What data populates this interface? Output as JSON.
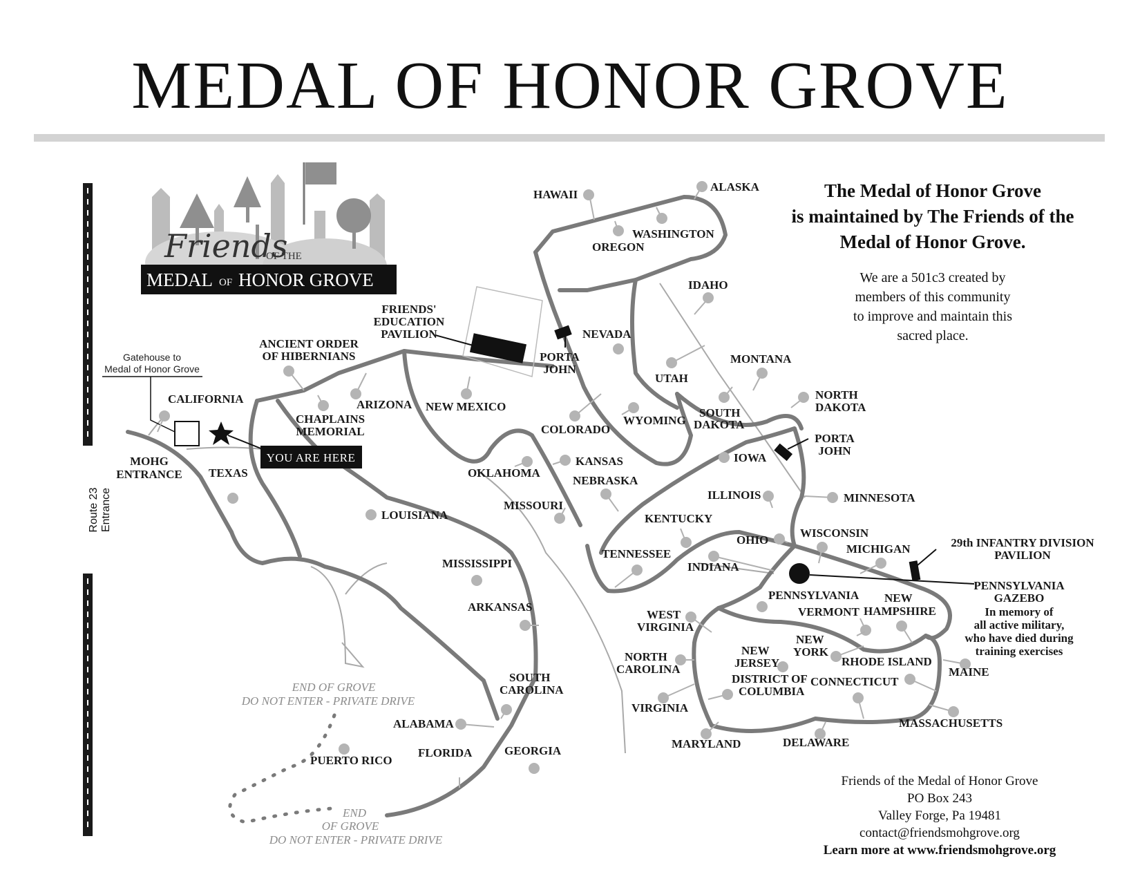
{
  "title": "MEDAL OF HONOR GROVE",
  "logo": {
    "script": "Friends",
    "of_the": "OF THE",
    "line1": "MEDAL",
    "of": "OF",
    "line2": "HONOR GROVE"
  },
  "info": {
    "heading": [
      "The Medal of Honor Grove",
      "is maintained by The Friends of the",
      "Medal of Honor Grove."
    ],
    "body": [
      "We are a 501c3 created by",
      "members of this community",
      "to improve and maintain this",
      "sacred place."
    ]
  },
  "address": {
    "lines": [
      "Friends of the Medal of Honor Grove",
      "PO Box 243",
      "Valley Forge, Pa 19481",
      "contact@friendsmohgrove.org"
    ],
    "learn_more": "Learn more at www.friendsmohgrove.org"
  },
  "route": "Route 23 Entrance",
  "gatehouse": [
    "Gatehouse to",
    "Medal of Honor Grove"
  ],
  "you_are_here": "YOU ARE HERE",
  "entrance": [
    "MOHG",
    "ENTRANCE"
  ],
  "end_of_grove_1": [
    "END OF GROVE",
    "DO NOT ENTER - PRIVATE DRIVE"
  ],
  "end_of_grove_2": [
    "END",
    "OF GROVE",
    "DO NOT ENTER - PRIVATE DRIVE"
  ],
  "features": {
    "ancient_order": [
      "ANCIENT ORDER",
      "OF HIBERNIANS"
    ],
    "chaplains": [
      "CHAPLAINS",
      "MEMORIAL"
    ],
    "education": [
      "FRIENDS'",
      "EDUCATION",
      "PAVILION"
    ],
    "porta_john_1": [
      "PORTA",
      "JOHN"
    ],
    "porta_john_2": [
      "PORTA",
      "JOHN"
    ],
    "infantry": [
      "29th INFANTRY DIVISION",
      "PAVILION"
    ],
    "gazebo": [
      "PENNSYLVANIA",
      "GAZEBO",
      "In memory of",
      "all active military,",
      "who have died during",
      "training exercises"
    ]
  },
  "states": {
    "hawaii": "HAWAII",
    "alaska": "ALASKA",
    "washington": "WASHINGTON",
    "oregon": "OREGON",
    "idaho": "IDAHO",
    "nevada": "NEVADA",
    "montana": "MONTANA",
    "utah": "UTAH",
    "california": "CALIFORNIA",
    "arizona": "ARIZONA",
    "new_mexico": "NEW MEXICO",
    "colorado": "COLORADO",
    "wyoming": "WYOMING",
    "south_dakota": [
      "SOUTH",
      "DAKOTA"
    ],
    "north_dakota": [
      "NORTH",
      "DAKOTA"
    ],
    "texas": "TEXAS",
    "oklahoma": "OKLAHOMA",
    "kansas": "KANSAS",
    "nebraska": "NEBRASKA",
    "iowa": "IOWA",
    "minnesota": "MINNESOTA",
    "illinois": "ILLINOIS",
    "missouri": "MISSOURI",
    "louisiana": "LOUISIANA",
    "kentucky": "KENTUCKY",
    "wisconsin": "WISCONSIN",
    "ohio": "OHIO",
    "michigan": "MICHIGAN",
    "tennessee": "TENNESSEE",
    "indiana": "INDIANA",
    "mississippi": "MISSISSIPPI",
    "arkansas": "ARKANSAS",
    "pennsylvania": "PENNSYLVANIA",
    "vermont": "VERMONT",
    "new_hampshire": [
      "NEW",
      "HAMPSHIRE"
    ],
    "west_virginia": [
      "WEST",
      "VIRGINIA"
    ],
    "north_carolina": [
      "NORTH",
      "CAROLINA"
    ],
    "new_jersey": [
      "NEW",
      "JERSEY"
    ],
    "new_york": [
      "NEW",
      "YORK"
    ],
    "rhode_island": "RHODE ISLAND",
    "maine": "MAINE",
    "district_of_columbia": [
      "DISTRICT OF",
      "COLUMBIA"
    ],
    "connecticut": "CONNECTICUT",
    "south_carolina": [
      "SOUTH",
      "CAROLINA"
    ],
    "virginia": "VIRGINIA",
    "alabama": "ALABAMA",
    "massachusetts": "MASSACHUSETTS",
    "maryland": "MARYLAND",
    "delaware": "DELAWARE",
    "puerto_rico": "PUERTO RICO",
    "florida": "FLORIDA",
    "georgia": "GEORGIA"
  }
}
